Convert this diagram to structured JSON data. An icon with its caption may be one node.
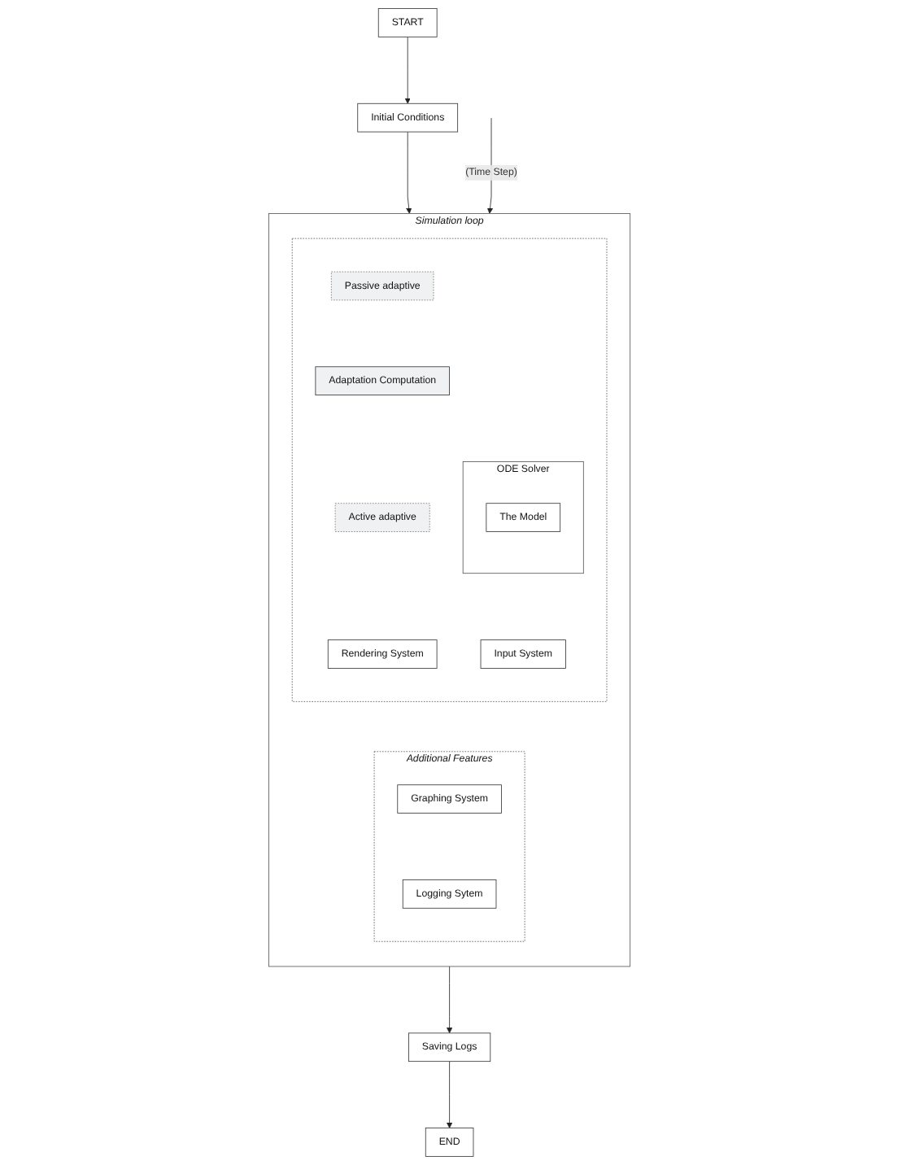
{
  "diagram": {
    "nodes": [
      {
        "text": [
          "START"
        ]
      },
      {
        "text": [
          "Initial Conditions"
        ]
      },
      {
        "text": [
          "Simulation loop"
        ]
      },
      {
        "text": [],
        "shape": "box",
        "in": 2
      },
      {
        "text": [
          "ODE Solver"
        ],
        "in": 3
      },
      {
        "text": [
          "The Model"
        ],
        "in": 4
      },
      {
        "text": [
          "Passive adaptive"
        ],
        "in": 3
      },
      {
        "text": [
          "Adaptation Computation"
        ],
        "in": 3
      },
      {
        "text": [
          "Input System"
        ],
        "in": 3
      },
      {
        "text": [
          "Active adaptive"
        ],
        "in": 3
      },
      {
        "text": [
          "Rendering System"
        ],
        "in": 3
      },
      {
        "text": [
          "Additional Features"
        ],
        "in": 2
      },
      {
        "text": [
          "Graphing System"
        ],
        "in": 11
      },
      {
        "text": [
          "Logging Sytem"
        ],
        "in": 11
      },
      {
        "text": [
          "Saving Logs"
        ]
      },
      {
        "text": [
          "END"
        ]
      }
    ],
    "edges": [
      {
        "from": 0,
        "to": 1,
        "arrow": "to"
      },
      {
        "from": 1,
        "to": 2,
        "arrow": "to"
      },
      {
        "from": null,
        "to": 2,
        "arrow": "to",
        "label": "(Time Step)"
      },
      {
        "from": 2,
        "to": 14,
        "arrow": "to"
      },
      {
        "from": 14,
        "to": 15,
        "arrow": "to"
      }
    ]
  }
}
